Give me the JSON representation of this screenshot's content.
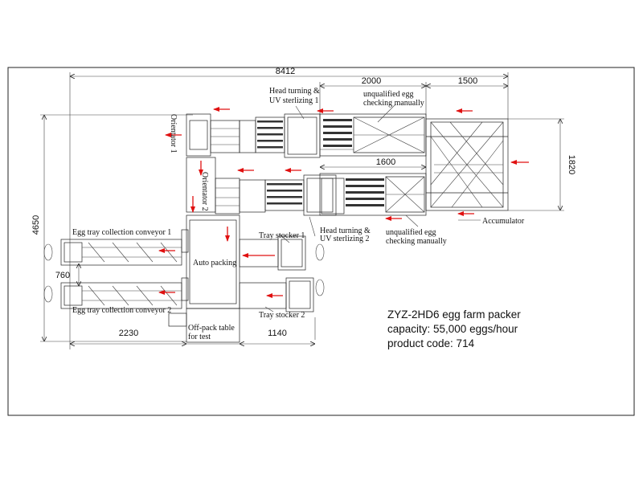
{
  "labels": {
    "orientator1": "Orientator 1",
    "orientator2": "Orientator 2",
    "head_turning_1_line1": "Head turning &",
    "head_turning_1_line2": "UV sterlizing 1",
    "head_turning_2_line1": "Head turning &",
    "head_turning_2_line2": "UV sterlizing 2",
    "unqualified_1_line1": "unqualified egg",
    "unqualified_1_line2": "checking manually",
    "unqualified_2_line1": "unqualified egg",
    "unqualified_2_line2": "checking manually",
    "accumulator": "Accumulator",
    "egg_tray_conveyor_1": "Egg tray collection conveyor 1",
    "egg_tray_conveyor_2": "Egg tray collection conveyor 2",
    "tray_stocker_1": "Tray stocker 1",
    "tray_stocker_2": "Tray stocker 2",
    "auto_packing": "Auto packing",
    "off_pack_line1": "Off-pack table",
    "off_pack_line2": "for test"
  },
  "dimensions": {
    "total_length": "8412",
    "section_2000": "2000",
    "section_1500": "1500",
    "section_1600": "1600",
    "width_1820": "1820",
    "height_4650": "4650",
    "gap_760": "760",
    "length_2230": "2230",
    "length_1140": "1140"
  },
  "info": {
    "model": "ZYZ-2HD6 egg farm packer",
    "capacity": "capacity: 55,000 eggs/hour",
    "product_code": "product code: 714"
  },
  "colors": {
    "flow_arrow": "#e01010",
    "line": "#222222"
  }
}
